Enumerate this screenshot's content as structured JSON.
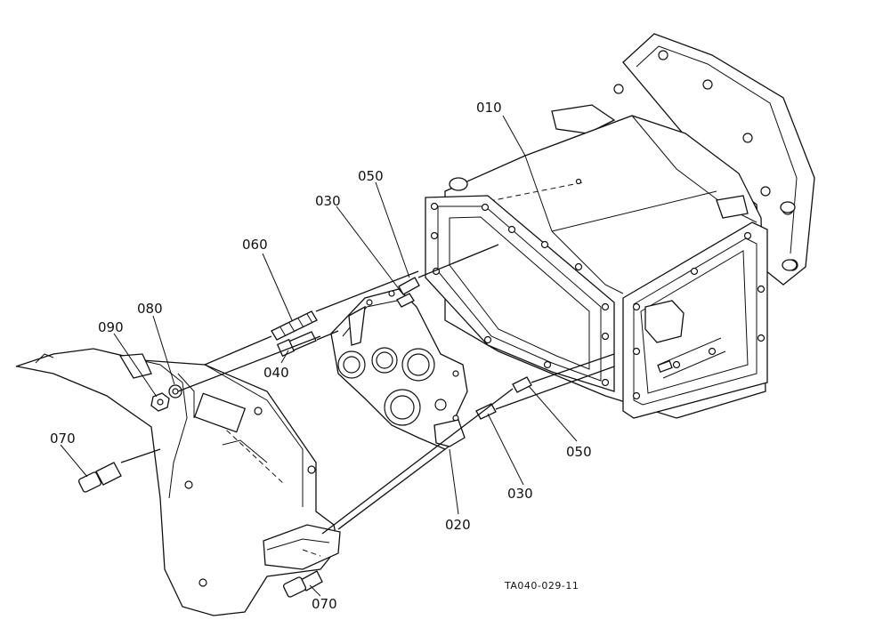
{
  "drawing_code": "TA040-029-11",
  "callouts": [
    {
      "id": "callout-010",
      "text": "010"
    },
    {
      "id": "callout-050-upper",
      "text": "050"
    },
    {
      "id": "callout-030-upper",
      "text": "030"
    },
    {
      "id": "callout-060",
      "text": "060"
    },
    {
      "id": "callout-080",
      "text": "080"
    },
    {
      "id": "callout-090",
      "text": "090"
    },
    {
      "id": "callout-040",
      "text": "040"
    },
    {
      "id": "callout-070-left",
      "text": "070"
    },
    {
      "id": "callout-050-lower",
      "text": "050"
    },
    {
      "id": "callout-030-lower",
      "text": "030"
    },
    {
      "id": "callout-020",
      "text": "020"
    },
    {
      "id": "callout-070-bottom",
      "text": "070"
    }
  ]
}
